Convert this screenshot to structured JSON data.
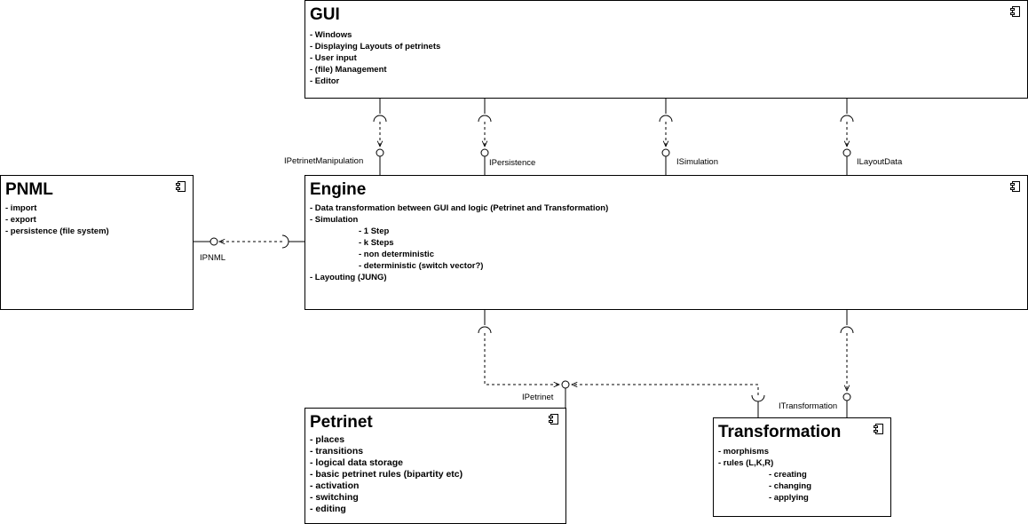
{
  "components": {
    "gui": {
      "title": "GUI",
      "items": [
        "- Windows",
        "- Displaying Layouts of petrinets",
        "- User input",
        "- (file) Management",
        "- Editor"
      ]
    },
    "engine": {
      "title": "Engine",
      "items": [
        "- Data transformation between GUI and logic (Petrinet and Transformation)",
        "- Simulation",
        "- 1 Step",
        "- k Steps",
        "- non deterministic",
        "- deterministic (switch vector?)",
        "- Layouting (JUNG)"
      ]
    },
    "pnml": {
      "title": "PNML",
      "items": [
        "- import",
        "- export",
        "- persistence (file system)"
      ]
    },
    "petrinet": {
      "title": "Petrinet",
      "items": [
        "- places",
        "- transitions",
        "- logical data storage",
        "- basic petrinet rules (bipartity etc)",
        "- activation",
        "- switching",
        "- editing"
      ]
    },
    "transformation": {
      "title": "Transformation",
      "items": [
        "- morphisms",
        "- rules (L,K,R)",
        "- creating",
        "- changing",
        "- applying"
      ]
    }
  },
  "interfaces": {
    "petrinet_manipulation": "IPetrinetManipulation",
    "persistence": "IPersistence",
    "simulation": "ISimulation",
    "layout_data": "ILayoutData",
    "pnml": "IPNML",
    "petrinet": "IPetrinet",
    "transformation": "ITransformation"
  },
  "icons": {
    "component": "component-icon"
  },
  "colors": {
    "line": "#000000",
    "background": "#ffffff"
  }
}
